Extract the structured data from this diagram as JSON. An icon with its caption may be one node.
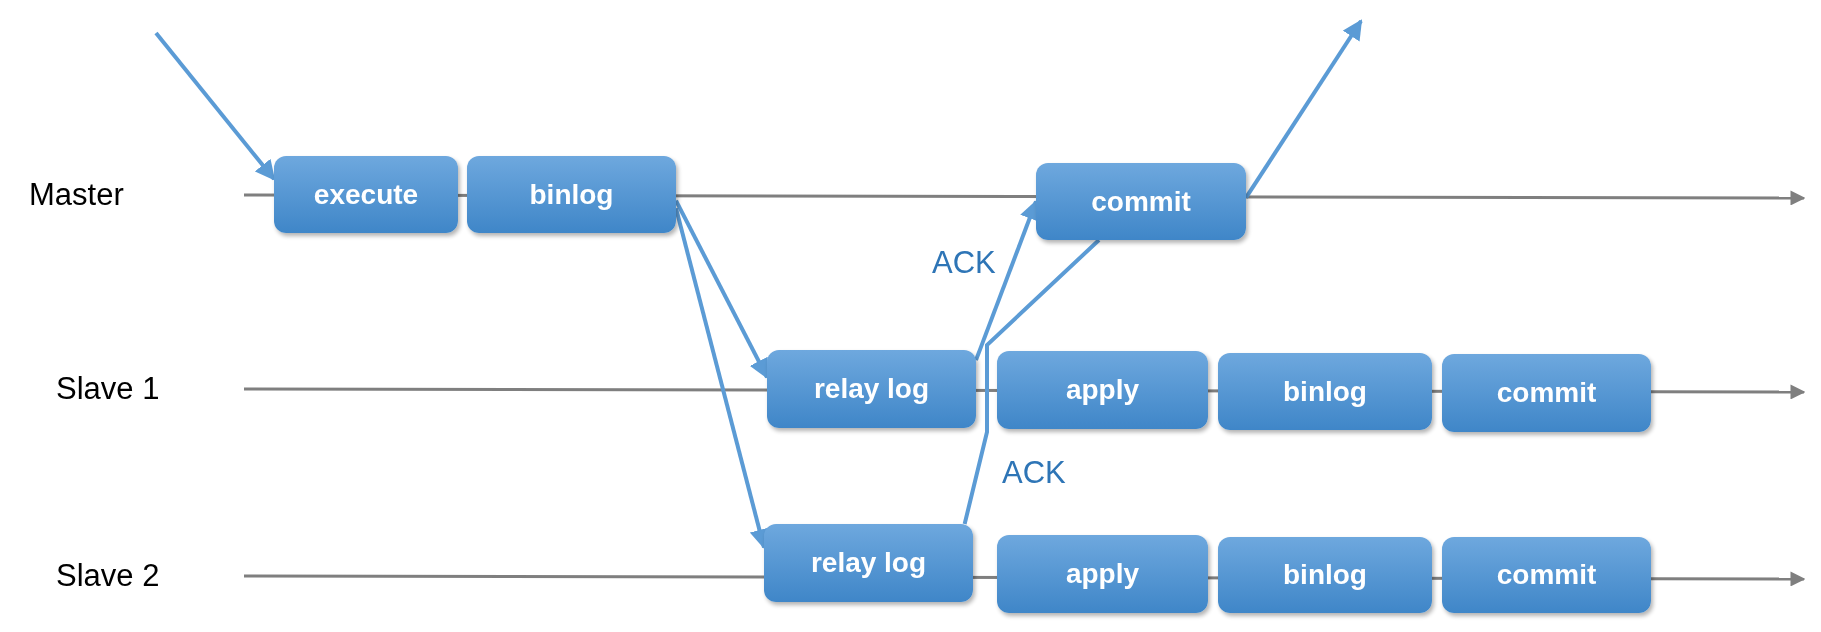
{
  "diagram": {
    "nodes": [
      {
        "text": [
          "execute"
        ]
      },
      {
        "text": [
          "binlog"
        ]
      },
      {
        "text": [
          "commit"
        ]
      },
      {
        "text": [
          "relay log"
        ]
      },
      {
        "text": [
          "apply"
        ]
      },
      {
        "text": [
          "binlog"
        ]
      },
      {
        "text": [
          "commit"
        ]
      },
      {
        "text": [
          "relay log"
        ]
      },
      {
        "text": [
          "apply"
        ]
      },
      {
        "text": [
          "binlog"
        ]
      },
      {
        "text": [
          "commit"
        ]
      }
    ],
    "edges": [
      {
        "from": null,
        "to": 0,
        "arrow": "to"
      },
      {
        "from": 1,
        "to": 3,
        "arrow": "to"
      },
      {
        "from": 1,
        "to": 7,
        "arrow": "to"
      },
      {
        "from": 3,
        "to": 2,
        "arrow": "to",
        "label": "ACK"
      },
      {
        "from": 7,
        "to": 2,
        "arrow": "none",
        "label": "ACK"
      },
      {
        "from": 2,
        "to": null,
        "arrow": "to"
      }
    ],
    "labels": [
      "Master",
      "Slave 1",
      "Slave 2"
    ]
  }
}
